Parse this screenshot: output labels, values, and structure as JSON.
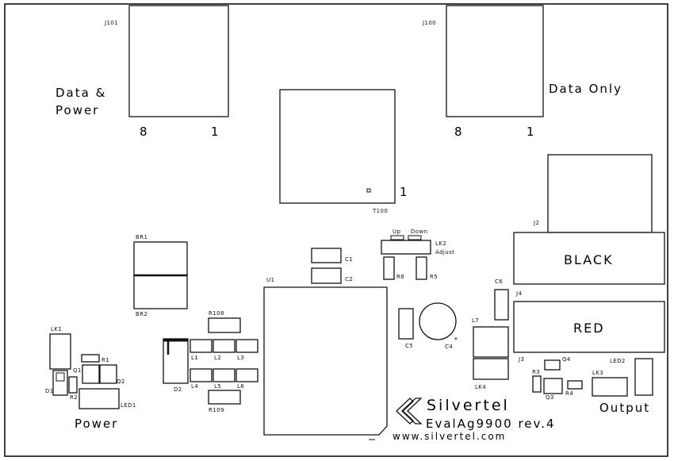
{
  "board": {
    "brand": "Silvertel",
    "model": "EvalAg9900 rev.4",
    "url": "www.silvertel.com",
    "section_data_power_line1": "Data &",
    "section_data_power_line2": "Power",
    "section_data_only": "Data Only",
    "section_power": "Power",
    "section_output": "Output"
  },
  "connectors": {
    "j101": {
      "ref": "J101",
      "pin_left": "8",
      "pin_right": "1"
    },
    "j100": {
      "ref": "J100",
      "pin_left": "8",
      "pin_right": "1"
    },
    "j2": {
      "ref": "J2"
    },
    "j4": {
      "ref": "J4"
    },
    "j3": {
      "ref": "J3"
    },
    "black": "BLACK",
    "red": "RED"
  },
  "transformer": {
    "ref": "T100",
    "pin1": "1"
  },
  "ic": {
    "ref": "U1"
  },
  "links": {
    "lk2": "LK2",
    "lk2_adjust": "Adjust",
    "lk2_up": "Up",
    "lk2_down": "Down",
    "lk1": "LK1",
    "lk3": "LK3",
    "lk4": "LK4"
  },
  "refs": {
    "br1": "BR1",
    "br2": "BR2",
    "c1": "C1",
    "c2": "C2",
    "c4": "C4",
    "c5": "C5",
    "c6": "C6",
    "r1": "R1",
    "r2": "R2",
    "r3": "R3",
    "r4": "R4",
    "r5": "R5",
    "r6": "R6",
    "r108": "R108",
    "r109": "R109",
    "l1": "L1",
    "l2": "L2",
    "l3": "L3",
    "l4": "L4",
    "l5": "L5",
    "l6": "L6",
    "l7": "L7",
    "q1": "Q1",
    "q2": "Q2",
    "q3": "Q3",
    "q4": "Q4",
    "d1": "D1",
    "d2": "D2",
    "led1": "LED1",
    "led2": "LED2"
  }
}
